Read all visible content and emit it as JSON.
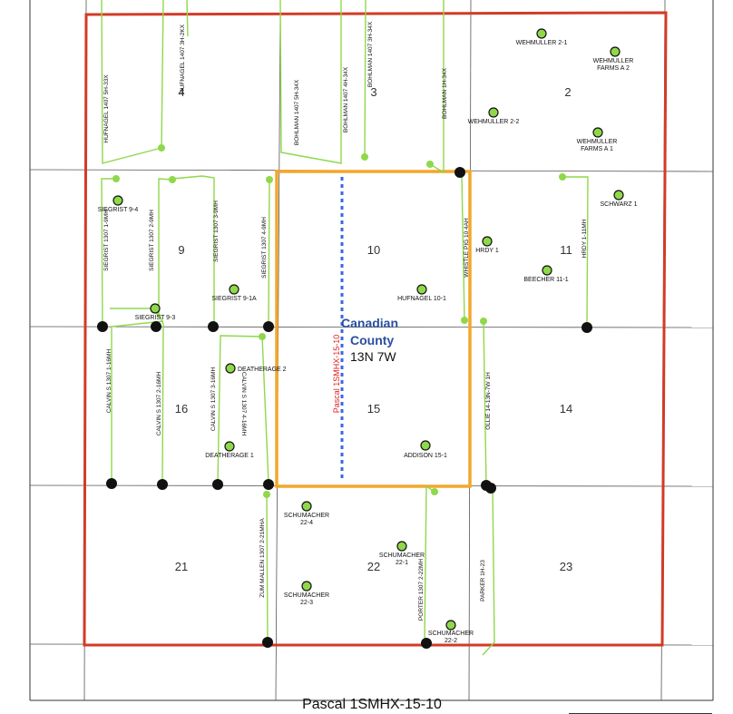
{
  "map": {
    "county": "Canadian",
    "county_word": "County",
    "township": "13N 7W",
    "unit_name": "Pascal 1SMHX-15-10",
    "footer_title": "Pascal 1SMHX-15-10",
    "colors": {
      "boundary": "#d23b26",
      "unit": "#f3a72a",
      "laterals": "#8fd84a",
      "well_dot": "#8fd84a",
      "black_dot": "#111111",
      "dashed_line": "#3b67e3",
      "county_text": "#2a4fa0",
      "unit_label": "#e02020"
    },
    "sections": [
      "4",
      "3",
      "2",
      "9",
      "10",
      "11",
      "16",
      "15",
      "14",
      "21",
      "22",
      "23"
    ],
    "wells": [
      {
        "name": "WEHMULLER 2-1"
      },
      {
        "name": "WEHMULLER"
      },
      {
        "name": "FARMS A 2"
      },
      {
        "name": "WEHMULLER 2-2"
      },
      {
        "name": "WEHMULLER"
      },
      {
        "name": "FARMS A 1"
      },
      {
        "name": "SIEGRIST 9-4"
      },
      {
        "name": "SCHWARZ 1"
      },
      {
        "name": "HRDY 1"
      },
      {
        "name": "BEECHER 11-1"
      },
      {
        "name": "SIEGRIST 9-1A"
      },
      {
        "name": "HUFNAGEL 10-1"
      },
      {
        "name": "SIEGRIST 9-3"
      },
      {
        "name": "DEATHERAGE 2"
      },
      {
        "name": "DEATHERAGE 1"
      },
      {
        "name": "ADDISON 15-1"
      },
      {
        "name": "SCHUMACHER"
      },
      {
        "name": "22-4"
      },
      {
        "name": "SCHUMACHER"
      },
      {
        "name": "22-1"
      },
      {
        "name": "SCHUMACHER"
      },
      {
        "name": "22-3"
      },
      {
        "name": "SCHUMACHER"
      },
      {
        "name": "22-2"
      }
    ],
    "laterals": [
      "HUFNAGEL 1407 3H-2KX",
      "HUFNAGEL 1407 5H-33X",
      "BOHLMAN 1407 5H-34X",
      "BOHLMAN 1407 4H-34X",
      "BOHLMAN 1407 3H-34X",
      "BOHLMAN 1H-34X",
      "SIEGRIST 1307 1-9MH",
      "SIEGRIST 1307 2-9MH",
      "SIEGRIST 1307 3-9MH",
      "SIEGRIST 1307 4-9MH",
      "WHISTLE PIG 10 4AH",
      "HRDY 1-11MH",
      "CALVIN S 1307 1-16MH",
      "CALVIN S 1307 2-16MH",
      "CALVIN S 1307 3-16MH",
      "CALVIN S 1307 4-16MH",
      "OLLIE 14-13N-7W 1H",
      "ZUM MALLEN 1307 2-21MHA",
      "PORTER 1307 2-22MH",
      "PARKER 1H-23"
    ]
  }
}
